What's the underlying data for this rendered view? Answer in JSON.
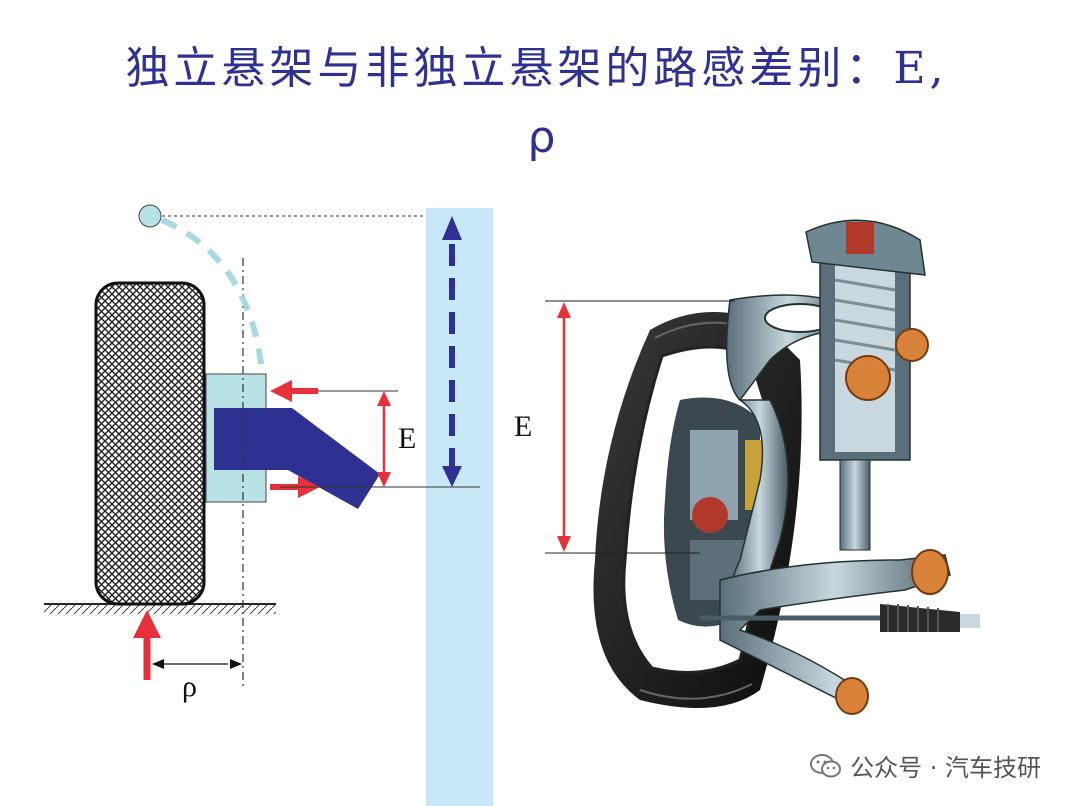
{
  "title": {
    "line1": "独立悬架与非独立悬架的路感差别：E,",
    "line2": "ρ"
  },
  "diagram": {
    "left_label_E": "E",
    "label_rho": "ρ",
    "right_label_E": "E"
  },
  "watermark": {
    "text": "公众号 · 汽车技研",
    "icon": "wechat-icon"
  },
  "colors": {
    "title": "#2e3192",
    "arrow_red": "#e8303a",
    "arm_blue": "#2e3192",
    "hub_lightblue": "#b8e2e6",
    "band_lightblue": "#c9e8f7",
    "dashed_lightblue": "#a8d8e0"
  }
}
